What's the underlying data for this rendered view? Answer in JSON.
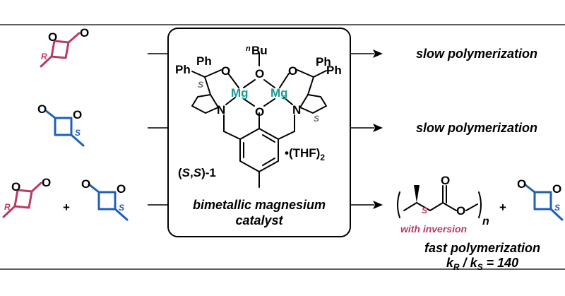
{
  "colors": {
    "red": "#b83b64",
    "blue": "#1d60b8",
    "magnesium": "#1a9a9a",
    "grey": "#707070",
    "black": "#000000"
  },
  "monomers": {
    "row1_stereo": "R",
    "row2_stereo": "S",
    "row3_left_stereo": "R",
    "row3_right_stereo": "S",
    "plus": "+"
  },
  "catalyst": {
    "butyl": "Bu",
    "butyl_prefix": "n",
    "oxygen": "O",
    "nitrogen": "N",
    "phenyl": "Ph",
    "magnesium": "Mg",
    "pyrrolidine_stereo": "S",
    "solvate": "•(THF)",
    "solvate_sub": "2",
    "compound_open": "(",
    "compound_s1": "S",
    "compound_comma": ",",
    "compound_s2": "S",
    "compound_close": ")-1",
    "caption_line1": "bimetallic magnesium",
    "caption_line2": "catalyst"
  },
  "outcomes": {
    "row1": "slow polymerization",
    "row2": "slow polymerization",
    "row3": "fast polymerization",
    "ratio_k": "k",
    "ratio_sub_r": "R",
    "ratio_slash": " / ",
    "ratio_sub_s": "S",
    "ratio_value": " = 140"
  },
  "polymer": {
    "stereo": "S",
    "inversion_label": "with inversion",
    "subscript": "n",
    "oxygen": "O",
    "plus": "+",
    "residual_stereo": "S"
  }
}
